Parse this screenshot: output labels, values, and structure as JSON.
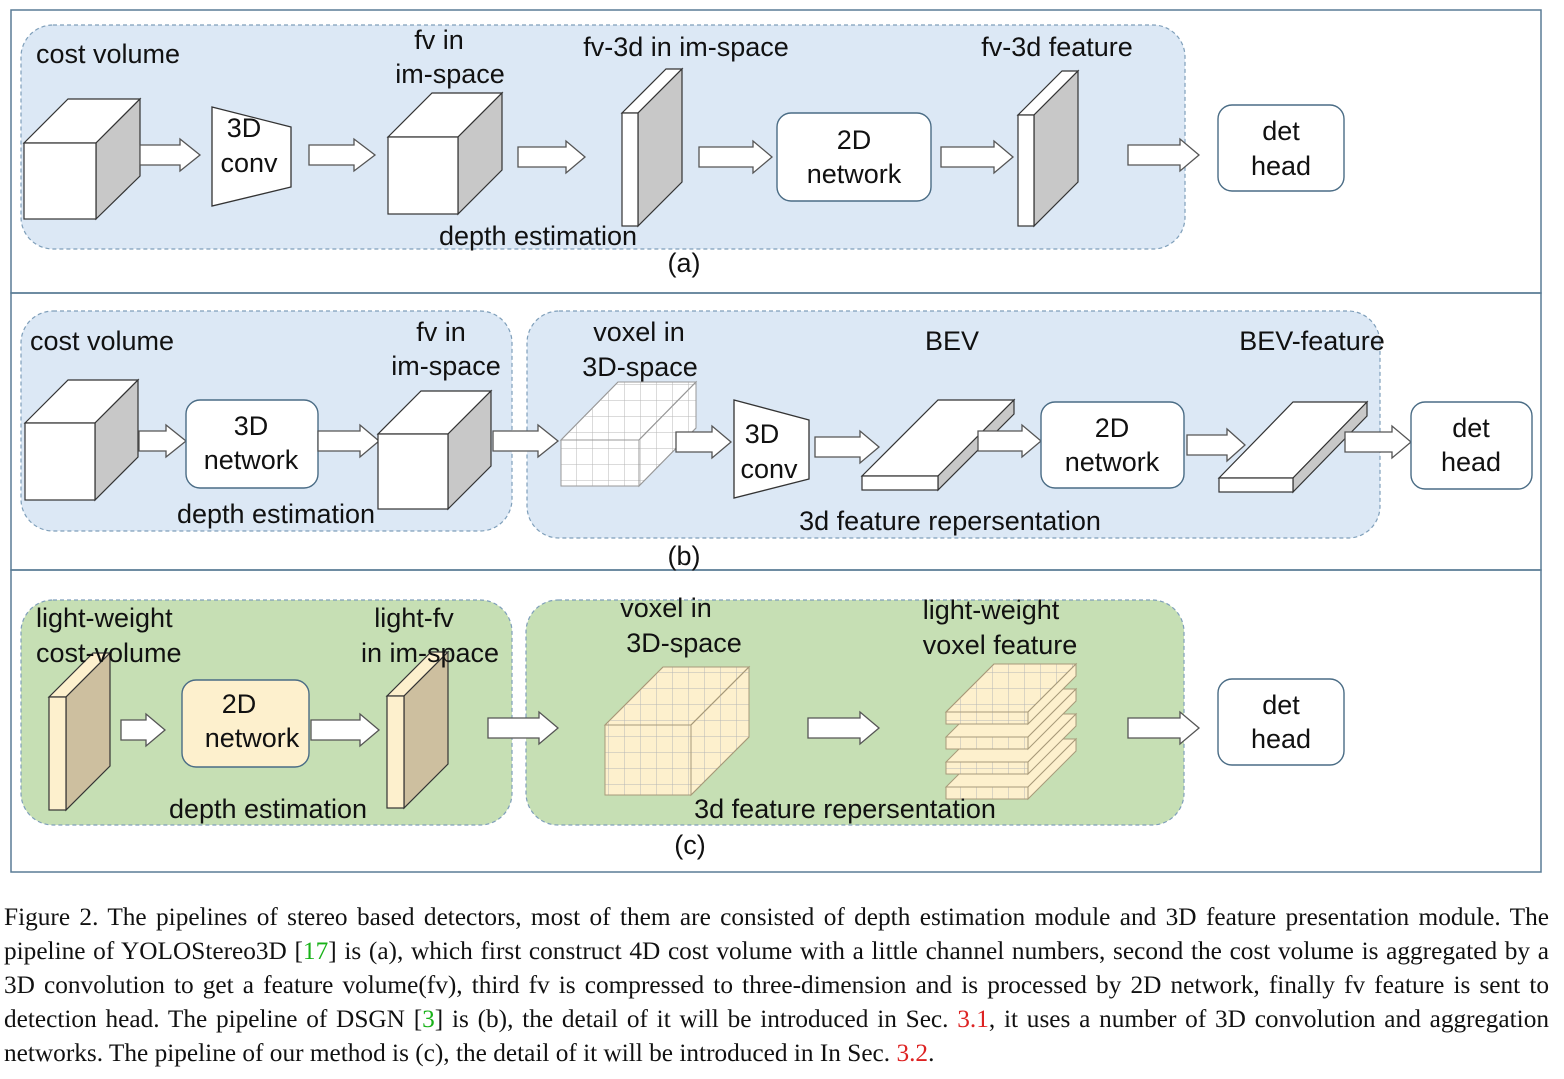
{
  "panel_a": {
    "label": "(a)",
    "cost_volume": "cost volume",
    "conv_line1": "3D",
    "conv_line2": "conv",
    "fv_line1": "fv in",
    "fv_line2": "im-space",
    "fv3d": "fv-3d in im-space",
    "network_line1": "2D",
    "network_line2": "network",
    "fv3d_feature": "fv-3d feature",
    "det_line1": "det",
    "det_line2": "head",
    "region": "depth estimation"
  },
  "panel_b": {
    "label": "(b)",
    "cost_volume": "cost volume",
    "network3d_line1": "3D",
    "network3d_line2": "network",
    "fv_line1": "fv in",
    "fv_line2": "im-space",
    "depth_region": "depth estimation",
    "voxel_line1": "voxel in",
    "voxel_line2": "3D-space",
    "conv_line1": "3D",
    "conv_line2": "conv",
    "bev": "BEV",
    "network2d_line1": "2D",
    "network2d_line2": "network",
    "bev_feature": "BEV-feature",
    "feature_region": "3d feature repersentation",
    "det_line1": "det",
    "det_line2": "head"
  },
  "panel_c": {
    "label": "(c)",
    "cost_line1": "light-weight",
    "cost_line2": "cost-volume",
    "network_line1": "2D",
    "network_line2": "network",
    "fv_line1": "light-fv",
    "fv_line2": "in im-space",
    "depth_region": "depth estimation",
    "voxel_line1": "voxel in",
    "voxel_line2": "3D-space",
    "voxfeat_line1": "light-weight",
    "voxfeat_line2": "voxel feature",
    "feature_region": "3d feature repersentation",
    "det_line1": "det",
    "det_line2": "head"
  },
  "caption": {
    "t1": "Figure 2.  The pipelines of stereo based detectors, most of them are consisted of depth estimation module and 3D feature presentation module.  The pipeline of YOLOStereo3D [",
    "ref1": "17",
    "t2": "] is (a), which first construct 4D cost volume with a little channel numbers, second the cost volume is aggregated by a 3D convolution to get a feature volume(fv), third fv is compressed to three-dimension and is processed by 2D network, finally fv feature is sent to detection head. The pipeline of DSGN [",
    "ref2": "3",
    "t3": "] is (b), the detail of it will be introduced in Sec. ",
    "sec1": "3.1",
    "t4": ", it uses a number of 3D convolution and aggregation networks. The pipeline of our method is (c), the detail of it will be introduced in In Sec. ",
    "sec2": "3.2",
    "t5": "."
  },
  "colors": {
    "blue_region": "#dce8f5",
    "green_region": "#c6dfb4",
    "cream": "#fdf0cd",
    "tan": "#cdbf9f",
    "gray_face": "#c8c8c8",
    "frame": "#5a7c95",
    "accent_red": "#dd2222",
    "accent_green": "#19b219"
  }
}
